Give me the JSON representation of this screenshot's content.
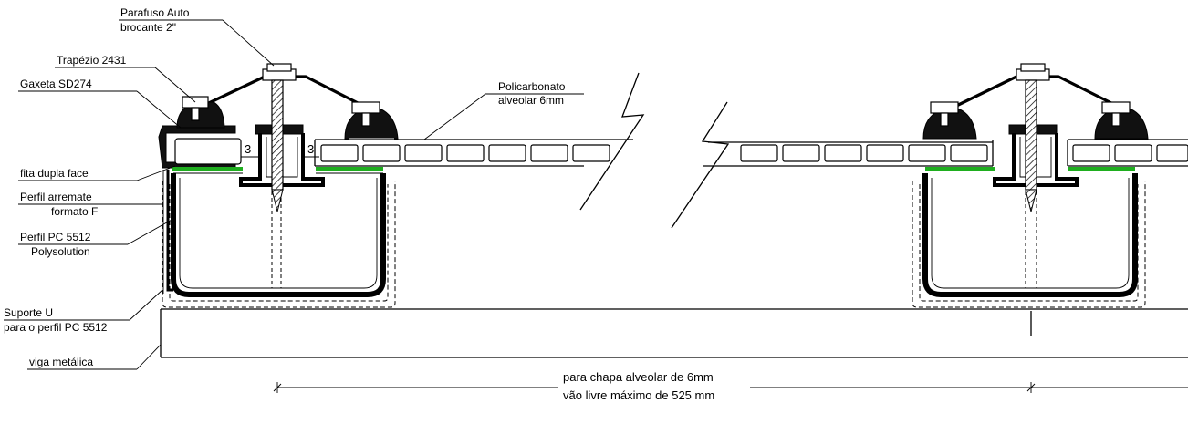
{
  "labels": {
    "parafuso_line1": "Parafuso Auto",
    "parafuso_line2": "brocante 2\"",
    "trapezio": "Trapézio 2431",
    "gaxeta": "Gaxeta SD274",
    "policarbonato_line1": "Policarbonato",
    "policarbonato_line2": "alveolar 6mm",
    "fita": "fita dupla face",
    "arremate_line1": "Perfil arremate",
    "arremate_line2": "formato F",
    "perfil_line1": "Perfil PC 5512",
    "perfil_line2": "Polysolution",
    "suporte_line1": "Suporte U",
    "suporte_line2": "para o perfil PC 5512",
    "viga": "viga metálica",
    "gap_left": "3",
    "gap_right": "3",
    "dimension_line1": "para chapa alveolar de 6mm",
    "dimension_line2": "vão livre máximo de 525 mm"
  },
  "colors": {
    "line": "#000000",
    "tape": "#1fae1f",
    "background": "#ffffff"
  }
}
